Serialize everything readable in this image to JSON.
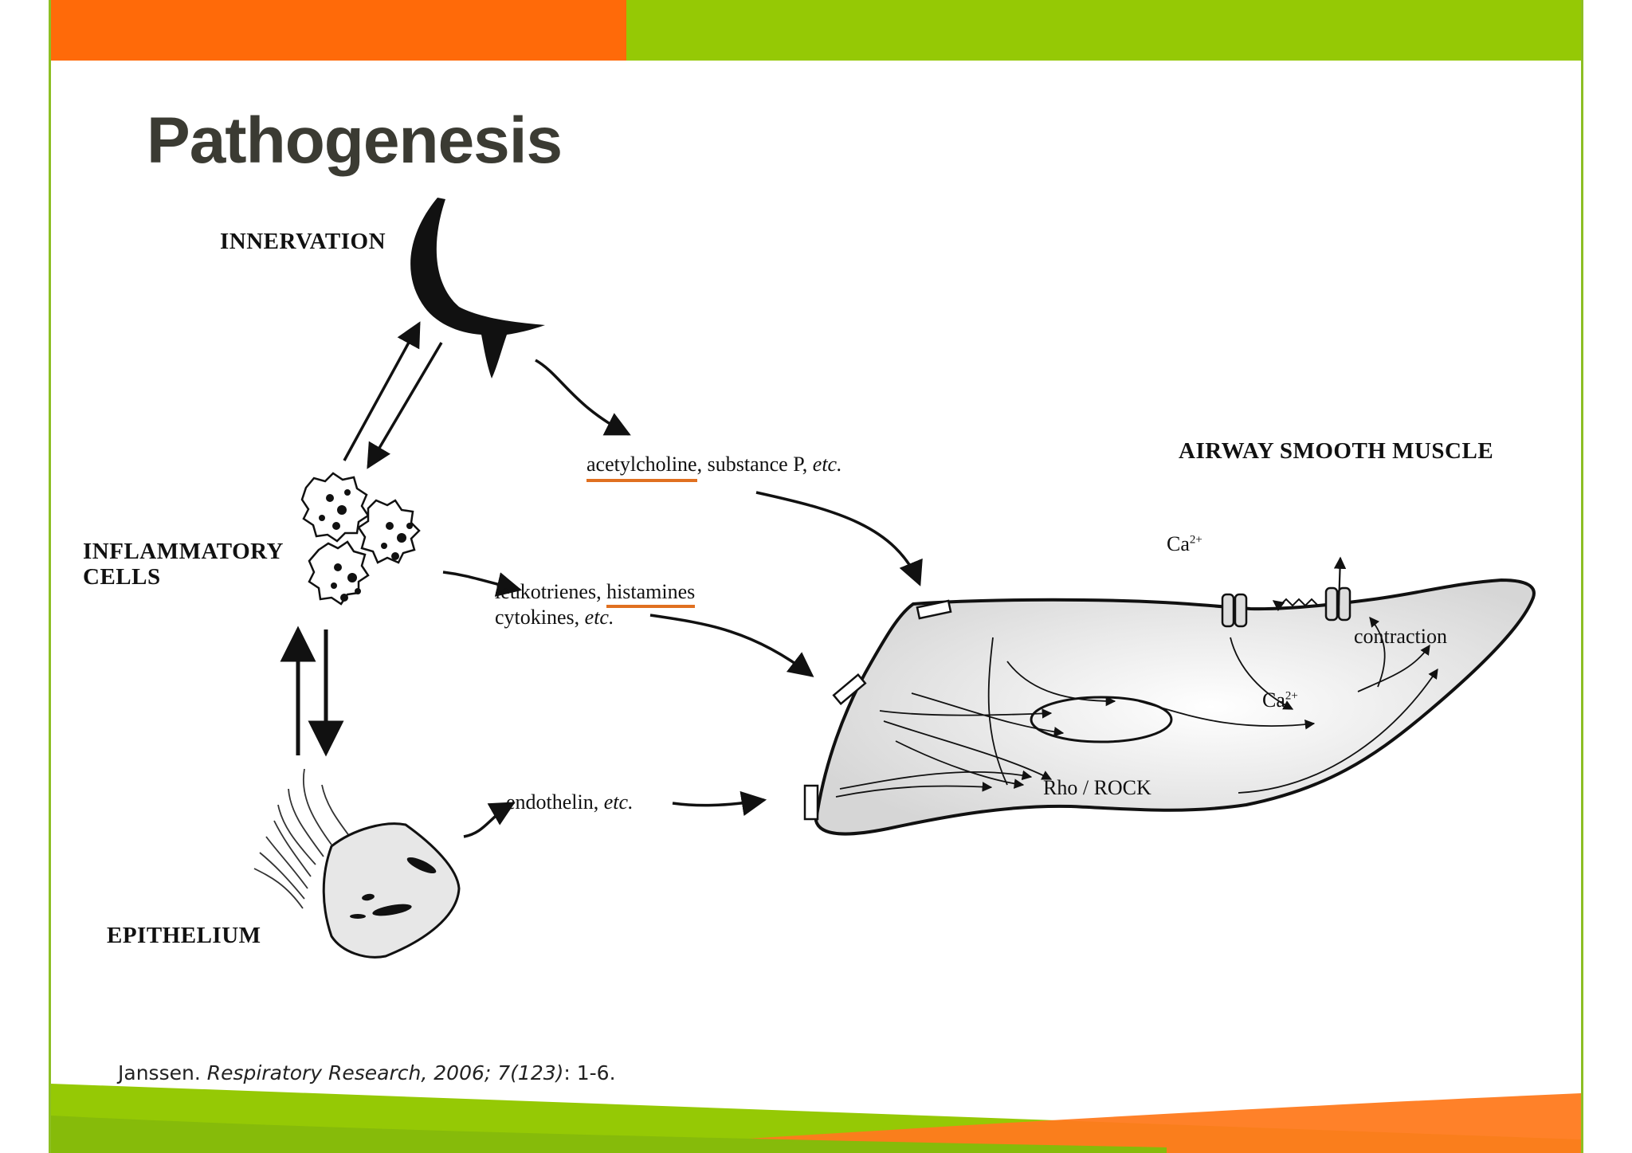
{
  "slide": {
    "title": "Pathogenesis",
    "colors": {
      "orange": "#ff6a09",
      "green": "#95c905",
      "title": "#3b3b33",
      "underline": "#e07020"
    }
  },
  "diagram": {
    "innervation": "INNERVATION",
    "inflammatory": "INFLAMMATORY",
    "cells": "CELLS",
    "epithelium": "EPITHELIUM",
    "airway": "AIRWAY SMOOTH MUSCLE",
    "mediators_neuro": {
      "a": "acetylcholine",
      "b": ", substance P, ",
      "c": "etc."
    },
    "mediators_inflam_1": {
      "a": "leukotrienes",
      "b": ", ",
      "c": "histamines"
    },
    "mediators_inflam_2": {
      "a": "cytokines, ",
      "b": "etc."
    },
    "mediators_epi": {
      "a": "endothelin, ",
      "b": "etc."
    },
    "ca_top": "Ca",
    "ca_top_sup": "2+",
    "ca_mid": "Ca",
    "ca_mid_sup": "2+",
    "contraction": "contraction",
    "rho": "Rho / ROCK"
  },
  "citation": {
    "author": "Janssen. ",
    "journal": "Respiratory Research, 2006;  7(123)",
    "pages": ": 1-6."
  }
}
